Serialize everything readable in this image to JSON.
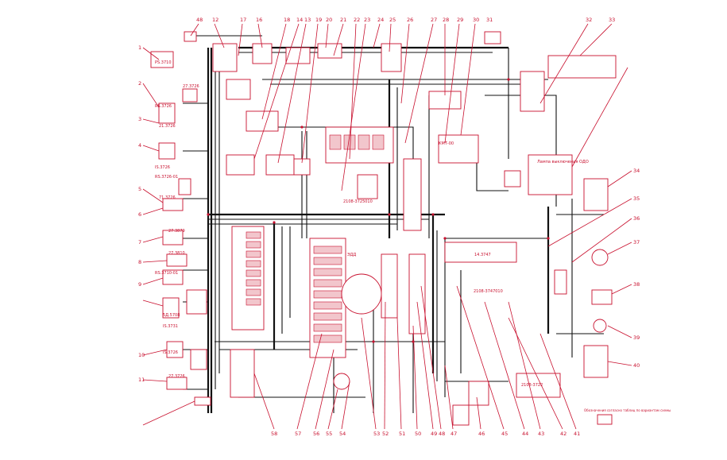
{
  "colors": {
    "accent": "#c8102e",
    "wire": "#111111",
    "background": "#ffffff"
  },
  "labels": {
    "top_callouts": [
      "48",
      "12",
      "17",
      "16",
      "18",
      "14",
      "13",
      "19",
      "20",
      "21",
      "22",
      "23",
      "24",
      "25",
      "26",
      "27",
      "28",
      "29",
      "30",
      "31",
      "32",
      "33"
    ],
    "left_callouts": [
      "1",
      "2",
      "3",
      "4",
      "5",
      "6",
      "7",
      "8",
      "9",
      "10",
      "11"
    ],
    "right_callouts": [
      "34",
      "35",
      "36",
      "37",
      "38",
      "39",
      "40"
    ],
    "bottom_callouts": [
      "58",
      "57",
      "56",
      "55",
      "54",
      "53",
      "52",
      "51",
      "50",
      "49",
      "48",
      "47",
      "46",
      "45",
      "44",
      "43",
      "42",
      "41"
    ],
    "parts_left": [
      "PS.3710",
      "27.3726",
      "RS.3726",
      "21.3726",
      "IS.3726",
      "RS.3726-01",
      "71.3726",
      "27.3879",
      "27.3810",
      "RS.3710-01",
      "5Д.5708",
      "IS.3731",
      "IS.3726",
      "27.3726"
    ],
    "parts_center": [
      "ЭДД",
      "КМТ-00",
      "2108-3725010",
      "14.3747",
      "2108-3747010",
      "2108-3722"
    ],
    "parts_right": [
      "Лампа выключения ОДО"
    ],
    "notes": [
      "Обозначения согласно таблиц по вариантам схемы"
    ]
  }
}
